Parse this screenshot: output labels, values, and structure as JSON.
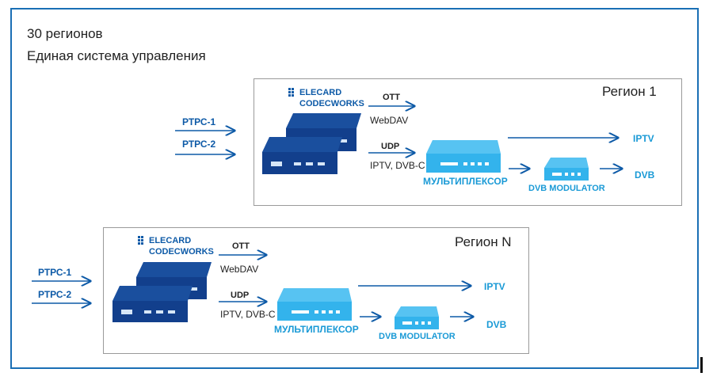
{
  "header": {
    "line1": "30 регионов",
    "line2": "Единая система управления"
  },
  "colors": {
    "frame": "#1a6fb5",
    "dark_blue": "#0d5aa7",
    "device_dark": "#123f8c",
    "cyan": "#1a9ad6",
    "device_light": "#33b3ec"
  },
  "regions": [
    {
      "title": "Регион 1",
      "inputs": [
        "РТРС-1",
        "РТРС-2"
      ],
      "logo_line1": "ELECARD",
      "logo_line2": "CODECWORKS",
      "ott_label": "OTT",
      "ott_sub": "WebDAV",
      "udp_label": "UDP",
      "udp_sub": "IPTV, DVB-C",
      "mux_label": "МУЛЬТИПЛЕКСОР",
      "modulator_label": "DVB MODULATOR",
      "iptv_label": "IPTV",
      "dvb_label": "DVB"
    },
    {
      "title": "Регион N",
      "inputs": [
        "РТРС-1",
        "РТРС-2"
      ],
      "logo_line1": "ELECARD",
      "logo_line2": "CODECWORKS",
      "ott_label": "OTT",
      "ott_sub": "WebDAV",
      "udp_label": "UDP",
      "udp_sub": "IPTV, DVB-C",
      "mux_label": "МУЛЬТИПЛЕКСОР",
      "modulator_label": "DVB MODULATOR",
      "iptv_label": "IPTV",
      "dvb_label": "DVB"
    }
  ]
}
